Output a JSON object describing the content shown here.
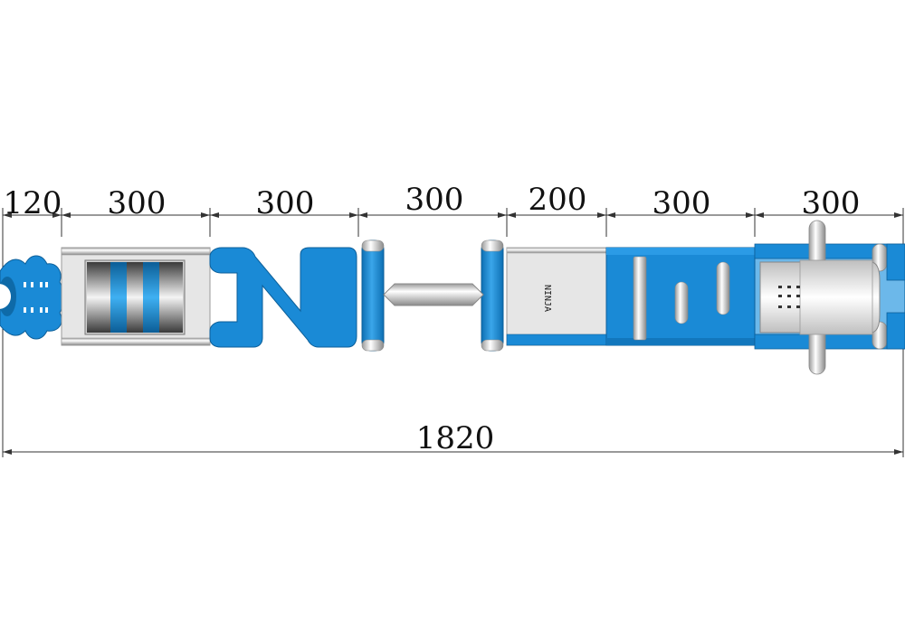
{
  "dimensions": {
    "segments": [
      "120",
      "300",
      "300",
      "300",
      "200",
      "300",
      "300"
    ],
    "total": "1820"
  },
  "logo_text": "NINJA",
  "colors": {
    "blue": "#1a8ad6",
    "light_blue": "#6cb8ea",
    "gray": "#e6e6e6",
    "dark": "#222222"
  }
}
